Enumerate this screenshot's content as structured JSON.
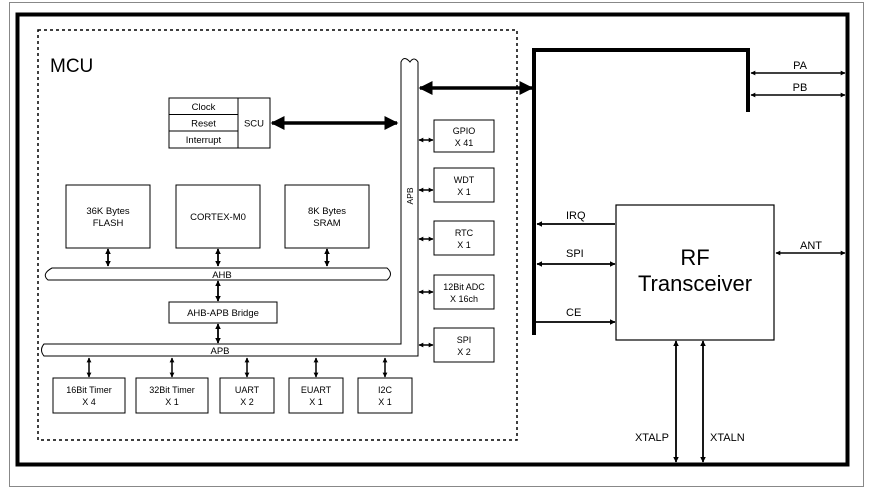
{
  "mcu": {
    "title": "MCU",
    "scu": {
      "label": "SCU",
      "items": [
        "Clock",
        "Reset",
        "Interrupt"
      ]
    },
    "core_blocks": [
      {
        "id": "flash",
        "lines": [
          "36K Bytes",
          "FLASH"
        ]
      },
      {
        "id": "cortex",
        "lines": [
          "CORTEX-M0"
        ]
      },
      {
        "id": "sram",
        "lines": [
          "8K Bytes",
          "SRAM"
        ]
      }
    ],
    "ahb_label": "AHB",
    "bridge_label": "AHB-APB Bridge",
    "apb_label": "APB",
    "apb_vertical_label": "APB",
    "right_peripherals": [
      {
        "id": "gpio",
        "lines": [
          "GPIO",
          "X 41"
        ]
      },
      {
        "id": "wdt",
        "lines": [
          "WDT",
          "X 1"
        ]
      },
      {
        "id": "rtc",
        "lines": [
          "RTC",
          "X 1"
        ]
      },
      {
        "id": "adc",
        "lines": [
          "12Bit ADC",
          "X 16ch"
        ]
      },
      {
        "id": "spi",
        "lines": [
          "SPI",
          "X 2"
        ]
      }
    ],
    "bottom_peripherals": [
      {
        "id": "timer16",
        "lines": [
          "16Bit Timer",
          "X 4"
        ]
      },
      {
        "id": "timer32",
        "lines": [
          "32Bit Timer",
          "X 1"
        ]
      },
      {
        "id": "uart",
        "lines": [
          "UART",
          "X 2"
        ]
      },
      {
        "id": "euart",
        "lines": [
          "EUART",
          "X 1"
        ]
      },
      {
        "id": "i2c",
        "lines": [
          "I2C",
          "X 1"
        ]
      }
    ]
  },
  "rf": {
    "lines": [
      "RF",
      "Transceiver"
    ],
    "signals": {
      "irq": "IRQ",
      "spi": "SPI",
      "ce": "CE",
      "ant": "ANT",
      "xtalp": "XTALP",
      "xtaln": "XTALN"
    }
  },
  "ports": {
    "pa": "PA",
    "pb": "PB"
  }
}
